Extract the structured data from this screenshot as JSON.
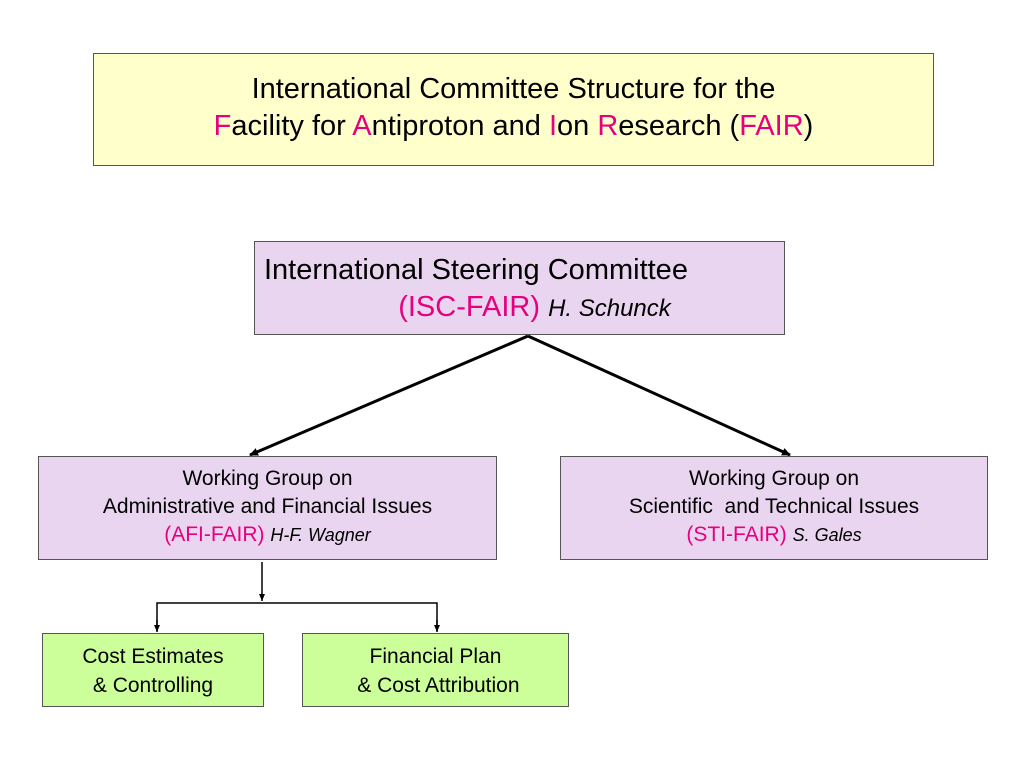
{
  "title": {
    "line1": "International Committee Structure for the",
    "line2": [
      {
        "text": "F",
        "accent": true
      },
      {
        "text": "acility for ",
        "accent": false
      },
      {
        "text": "A",
        "accent": true
      },
      {
        "text": "ntiproton and ",
        "accent": false
      },
      {
        "text": "I",
        "accent": true
      },
      {
        "text": "on ",
        "accent": false
      },
      {
        "text": "R",
        "accent": true
      },
      {
        "text": "esearch (",
        "accent": false
      },
      {
        "text": "FAIR",
        "accent": true
      },
      {
        "text": ")",
        "accent": false
      }
    ]
  },
  "steering": {
    "name": "International Steering Committee",
    "acronym": "(ISC-FAIR)",
    "person": "H. Schunck"
  },
  "working_groups": {
    "afi": {
      "line1": "Working Group on",
      "line2": "Administrative and Financial Issues",
      "acronym": "(AFI-FAIR)",
      "person": "H-F. Wagner"
    },
    "sti": {
      "line1": "Working Group on",
      "line2": "Scientific  and Technical Issues",
      "acronym": "(STI-FAIR)",
      "person": "S. Gales"
    }
  },
  "subgroups": {
    "cost": {
      "line1": "Cost Estimates",
      "line2": "& Controlling"
    },
    "plan": {
      "line1": "Financial Plan",
      "line2": " & Cost Attribution"
    }
  },
  "colors": {
    "accent": "#e6007e",
    "title_bg": "#ffffcc",
    "committee_bg": "#ead5f0",
    "subgroup_bg": "#ccff99",
    "border": "#555555",
    "connector": "#000000"
  }
}
